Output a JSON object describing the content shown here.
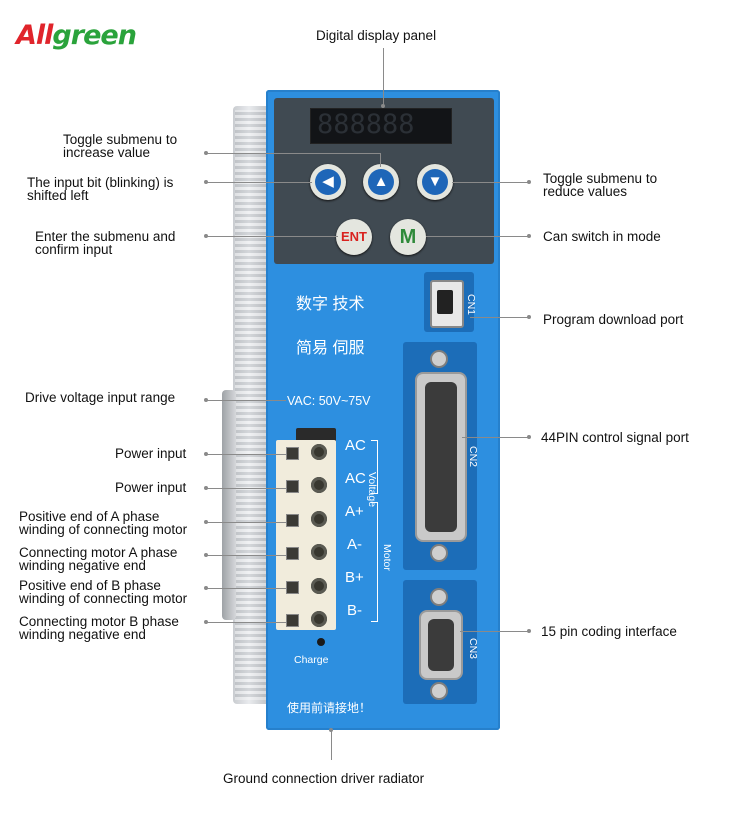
{
  "brand": {
    "logo_a": "A",
    "logo_rest_a": "ll",
    "logo_g": "green"
  },
  "device": {
    "panel_title": "Digital display panel",
    "display_digits": "888888",
    "buttons": {
      "left": "◀",
      "up": "▲",
      "down": "▼",
      "ent": "ENT",
      "m": "M"
    },
    "cn_line1": "数字 技术",
    "cn_line2": "简易 伺服",
    "vac_label": "VAC: 50V~75V",
    "terminal_labels": [
      "AC",
      "AC",
      "A+",
      "A-",
      "B+",
      "B-"
    ],
    "voltage_group": "Voltage",
    "motor_group": "Motor",
    "charge": "Charge",
    "port_labels": {
      "cn1": "CN1",
      "cn2": "CN2",
      "cn3": "CN3"
    },
    "bottom_note": "使用前请接地！"
  },
  "annotations": {
    "top": "Digital display panel",
    "toggle_increase": [
      "Toggle submenu to",
      "increase value"
    ],
    "shift_left": [
      "The input bit (blinking) is",
      "shifted left"
    ],
    "enter_submenu": [
      "Enter the submenu and",
      "confirm input"
    ],
    "toggle_reduce": [
      "Toggle submenu to",
      "reduce values"
    ],
    "switch_mode": "Can switch in mode",
    "program_port": "Program download port",
    "voltage_range": "Drive voltage input range",
    "power_input_1": "Power input",
    "power_input_2": "Power input",
    "a_pos": [
      "Positive end of A phase",
      "winding of connecting motor"
    ],
    "a_neg": [
      "Connecting motor A phase",
      "winding negative end"
    ],
    "b_pos": [
      "Positive end of B phase",
      "winding of connecting motor"
    ],
    "b_neg": [
      "Connecting motor B phase",
      "winding negative end"
    ],
    "control_port": "44PIN control signal port",
    "coding_port": "15 pin coding interface",
    "ground": "Ground connection driver radiator"
  },
  "colors": {
    "body": "#2d8fe0",
    "panel": "#404a52",
    "button_blue": "#1e66b8",
    "ent_red": "#d9231f",
    "m_green": "#2f8a3a",
    "logo_red": "#e0242b",
    "logo_green": "#2aa33b"
  }
}
